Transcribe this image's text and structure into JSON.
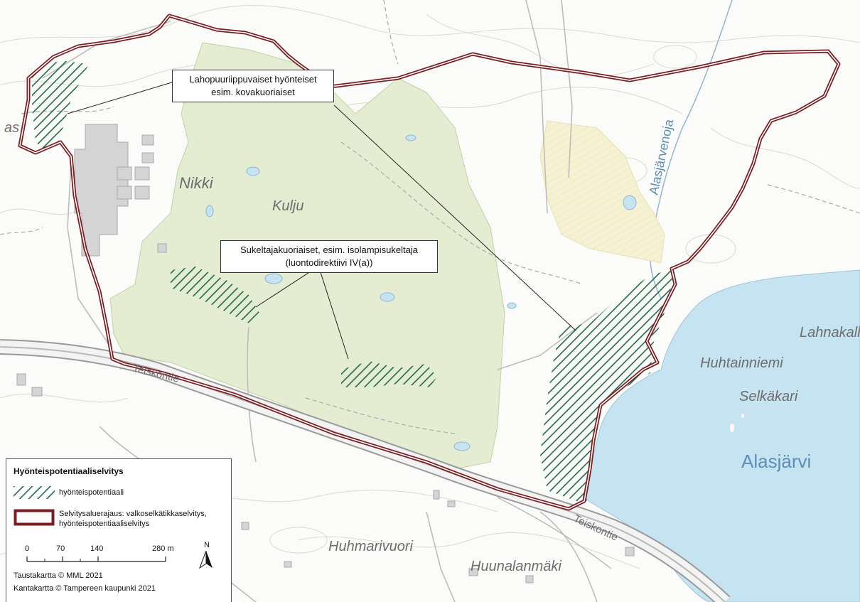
{
  "place_names": {
    "nikki": "Nikki",
    "kulju": "Kulju",
    "alasjarvenoja": "Alasjärvenoja",
    "lahnakallio": "Lahnakalli",
    "huhtainniemi": "Huhtainniemi",
    "selkakari": "Selkäkari",
    "alasjarvi": "Alasjärvi",
    "huhmarivuori": "Huhmarivuori",
    "huunalanmaki": "Huunalanmäki",
    "teiskontie_west": "Teiskontie",
    "teiskontie_east": "Teiskontie",
    "cut_left": "as"
  },
  "callouts": {
    "lahopuu_line1": "Lahopuuriippuvaiset hyönteiset",
    "lahopuu_line2": "esim. kovakuoriaiset",
    "sukeltaja_line1": "Sukeltajakuoriaiset, esim. isolampisukeltaja",
    "sukeltaja_line2": "(luontodirektiivi IV(a))"
  },
  "legend": {
    "title": "Hyönteispotentiaaliselvitys",
    "hatch_label": "hyönteispotentiaali",
    "boundary_label_line1": "Selvitysaluerajaus: valkoselkätikkaselvitys,",
    "boundary_label_line2": "hyönteispotentiaaliselvitys",
    "scale_ticks": [
      "0",
      "70",
      "140",
      "280 m"
    ],
    "north": "N",
    "credit1": "Taustakartta © MML 2021",
    "credit2": "Kantakartta © Tampereen kaupunki 2021"
  },
  "colors": {
    "boundary": "#7a1e22",
    "hatch": "#1f6b4e",
    "forest": "#e4ecd1",
    "yellow_zone": "#f5f1d3",
    "water": "#c6e3f1",
    "label_gray": "#6d6d6d",
    "water_label": "#5c8fb8"
  }
}
